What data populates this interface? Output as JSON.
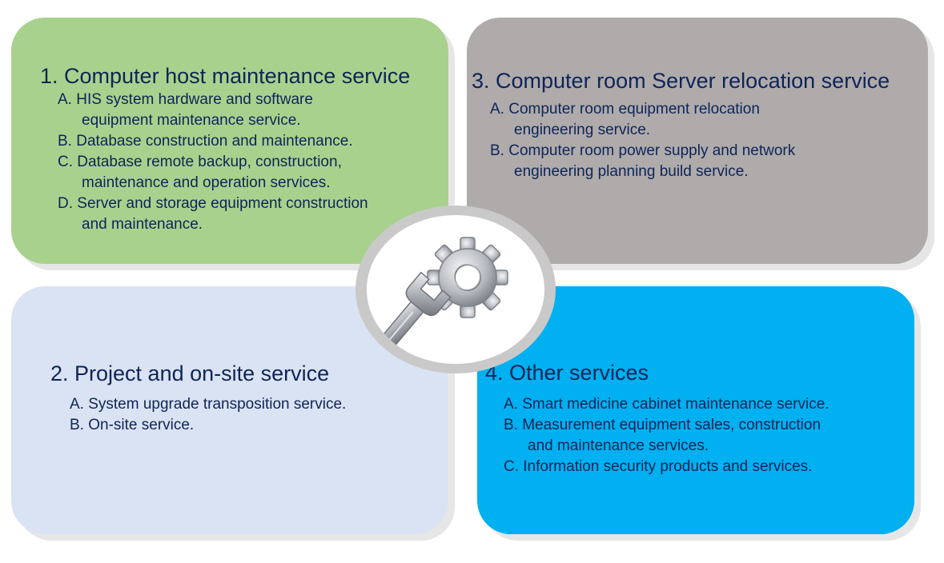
{
  "colors": {
    "q1_bg": "#a9d18e",
    "q2_bg": "#dae3f3",
    "q3_bg": "#afabab",
    "q4_bg": "#00b0f0",
    "text": "#0f2457"
  },
  "icons": [
    "wrench-icon",
    "gear-icon"
  ],
  "quadrants": {
    "q1": {
      "title": "1. Computer host maintenance service",
      "items": [
        [
          "A. HIS system hardware and software",
          "equipment maintenance service."
        ],
        [
          "B. Database construction and maintenance."
        ],
        [
          "C. Database remote backup, construction,",
          "maintenance and operation services."
        ],
        [
          "D. Server and storage equipment construction",
          "and maintenance."
        ]
      ]
    },
    "q2": {
      "title": "2. Project and on-site service",
      "items": [
        [
          "A. System upgrade transposition service."
        ],
        [
          "B. On-site service."
        ]
      ]
    },
    "q3": {
      "title": "3. Computer room Server relocation service",
      "items": [
        [
          "A. Computer room equipment relocation",
          "engineering service."
        ],
        [
          "B. Computer room power supply and network",
          "engineering planning build service."
        ]
      ]
    },
    "q4": {
      "title": "4. Other services",
      "items": [
        [
          "A. Smart medicine cabinet maintenance service."
        ],
        [
          "B. Measurement equipment sales, construction",
          "and maintenance services."
        ],
        [
          "C. Information security products and services."
        ]
      ]
    }
  }
}
